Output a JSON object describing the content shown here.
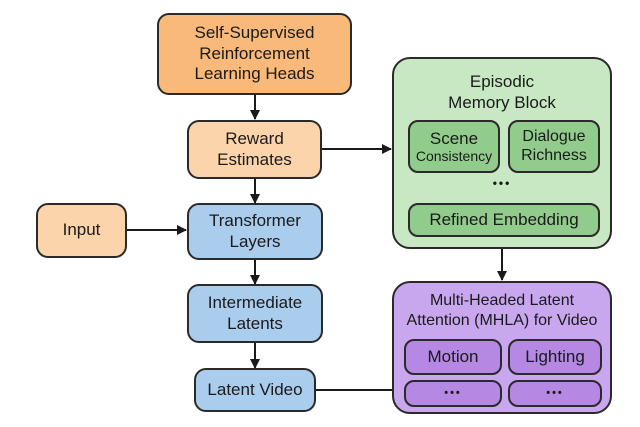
{
  "diagram": {
    "nodes": {
      "rl_heads": {
        "line1": "Self-Supervised",
        "line2": "Reinforcement",
        "line3": "Learning Heads"
      },
      "reward": {
        "line1": "Reward",
        "line2": "Estimates"
      },
      "input": {
        "label": "Input"
      },
      "transformer": {
        "line1": "Transformer",
        "line2": "Layers"
      },
      "intermediate": {
        "line1": "Intermediate",
        "line2": "Latents"
      },
      "latent_video": {
        "label": "Latent Video"
      }
    },
    "episodic_memory": {
      "title_line1": "Episodic",
      "title_line2": "Memory Block",
      "items": [
        {
          "line1": "Scene",
          "line2": "Consistency"
        },
        {
          "line1": "Dialogue",
          "line2": "Richness"
        }
      ],
      "ellipsis": "•••",
      "refined": "Refined Embedding"
    },
    "mhla": {
      "title_line1": "Multi-Headed Latent",
      "title_line2": "Attention (MHLA) for Video",
      "items": [
        "Motion",
        "Lighting"
      ],
      "placeholders": [
        "•••",
        "•••"
      ]
    },
    "colors": {
      "orange_dark": "#f8b97a",
      "orange_light": "#fcd4ab",
      "blue": "#aacdee",
      "green_outer": "#c8e8c4",
      "green_inner": "#92cc8c",
      "purple_outer": "#c9a7ef",
      "purple_inner": "#b488e3",
      "stroke": "#2a2a2a"
    }
  }
}
